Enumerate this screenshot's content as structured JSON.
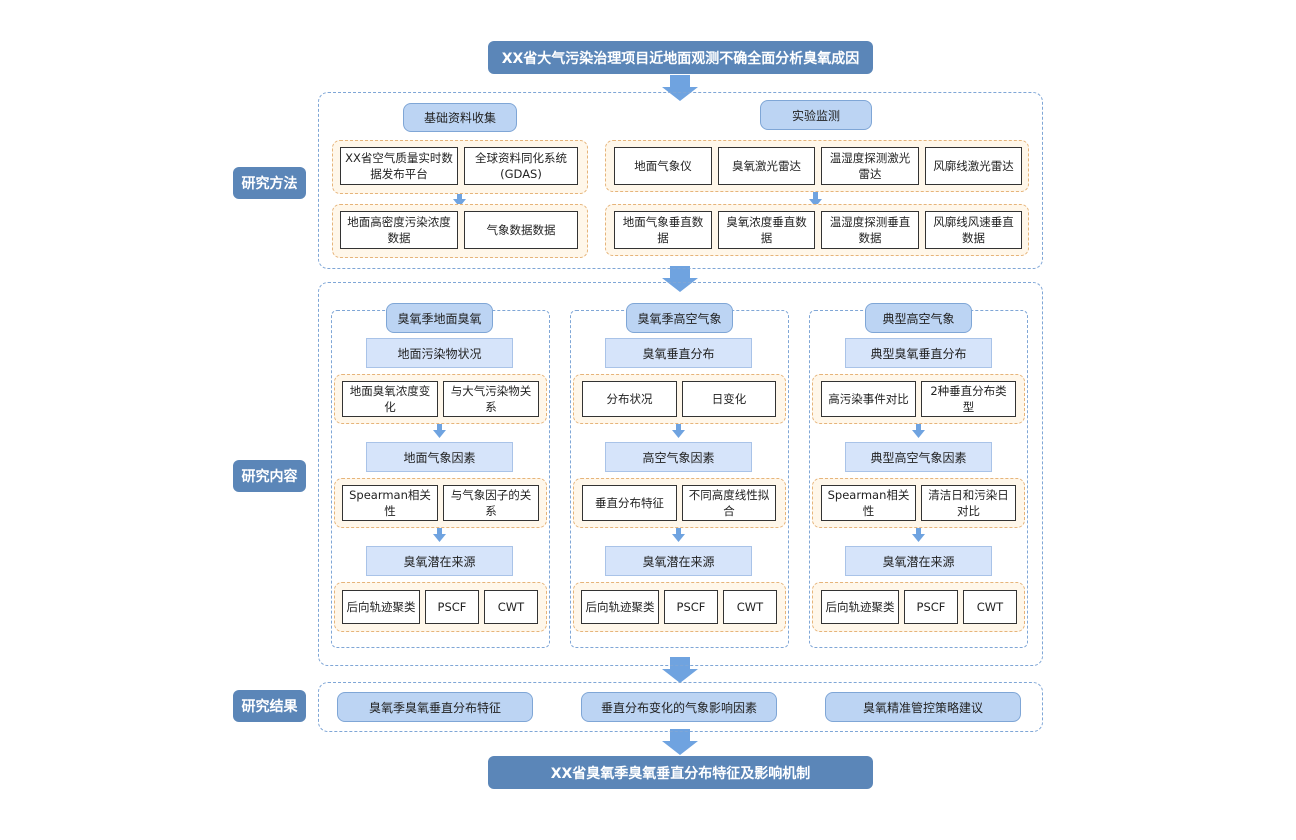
{
  "title": "XX省大气污染治理项目近地面观测不确全面分析臭氧成因",
  "bottom_title": "XX省臭氧季臭氧垂直分布特征及影响机制",
  "sections": {
    "methods": "研究方法",
    "content": "研究内容",
    "results": "研究结果"
  },
  "methods": {
    "basic": {
      "header": "基础资料收集",
      "top": [
        "XX省空气质量实时数据发布平台",
        "全球资料同化系统(GDAS)"
      ],
      "bottom": [
        "地面高密度污染浓度数据",
        "气象数据数据"
      ]
    },
    "experiment": {
      "header": "实验监测",
      "top": [
        "地面气象仪",
        "臭氧激光雷达",
        "温湿度探测激光雷达",
        "风廓线激光雷达"
      ],
      "bottom": [
        "地面气象垂直数据",
        "臭氧浓度垂直数据",
        "温湿度探测垂直数据",
        "风廓线风速垂直数据"
      ]
    }
  },
  "content": [
    {
      "header": "臭氧季地面臭氧",
      "l1": "地面污染物状况",
      "g1": [
        "地面臭氧浓度变化",
        "与大气污染物关系"
      ],
      "l2": "地面气象因素",
      "g2": [
        "Spearman相关性",
        "与气象因子的关系"
      ],
      "l3": "臭氧潜在来源",
      "g3": [
        "后向轨迹聚类",
        "PSCF",
        "CWT"
      ]
    },
    {
      "header": "臭氧季高空气象",
      "l1": "臭氧垂直分布",
      "g1": [
        "分布状况",
        "日变化"
      ],
      "l2": "高空气象因素",
      "g2": [
        "垂直分布特征",
        "不同高度线性拟合"
      ],
      "l3": "臭氧潜在来源",
      "g3": [
        "后向轨迹聚类",
        "PSCF",
        "CWT"
      ]
    },
    {
      "header": "典型高空气象",
      "l1": "典型臭氧垂直分布",
      "g1": [
        "高污染事件对比",
        "2种垂直分布类型"
      ],
      "l2": "典型高空气象因素",
      "g2": [
        "Spearman相关性",
        "清洁日和污染日对比"
      ],
      "l3": "臭氧潜在来源",
      "g3": [
        "后向轨迹聚类",
        "PSCF",
        "CWT"
      ]
    }
  ],
  "results": [
    "臭氧季臭氧垂直分布特征",
    "垂直分布变化的气象影响因素",
    "臭氧精准管控策略建议"
  ],
  "colors": {
    "primary": "#5b86b8",
    "light_blue": "#bcd4f3",
    "arrow": "#6fa3e0",
    "orange_dash": "#e6b47a"
  }
}
